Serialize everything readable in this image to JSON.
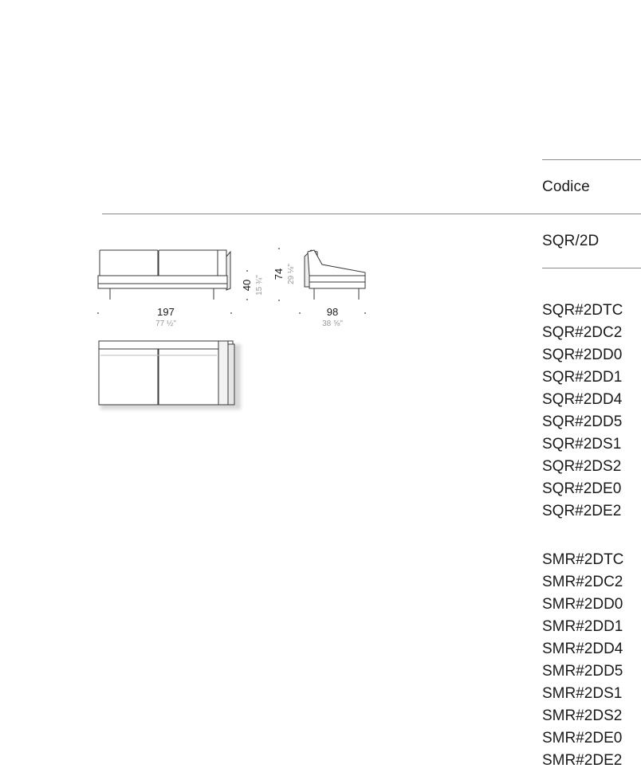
{
  "header": {
    "codice_label": "Codice",
    "model_code": "SQR/2D"
  },
  "dimensions": {
    "width_cm": "197",
    "width_in": "77 ½\"",
    "seat_height_cm": "40",
    "seat_height_in": "15 ¾\"",
    "height_cm": "74",
    "height_in": "29 ⅛\"",
    "depth_cm": "98",
    "depth_in": "38 ⅝\""
  },
  "codes_sqr": [
    "SQR#2DTC",
    "SQR#2DC2",
    "SQR#2DD0",
    "SQR#2DD1",
    "SQR#2DD4",
    "SQR#2DD5",
    "SQR#2DS1",
    "SQR#2DS2",
    "SQR#2DE0",
    "SQR#2DE2"
  ],
  "codes_smr": [
    "SMR#2DTC",
    "SMR#2DC2",
    "SMR#2DD0",
    "SMR#2DD1",
    "SMR#2DD4",
    "SMR#2DD5",
    "SMR#2DS1",
    "SMR#2DS2",
    "SMR#2DE0",
    "SMR#2DE2"
  ],
  "colors": {
    "line": "#8a8a8a",
    "text": "#1a1a1a",
    "dim_imperial": "#9a9a9a",
    "drawing_stroke": "#3a3a3a"
  }
}
